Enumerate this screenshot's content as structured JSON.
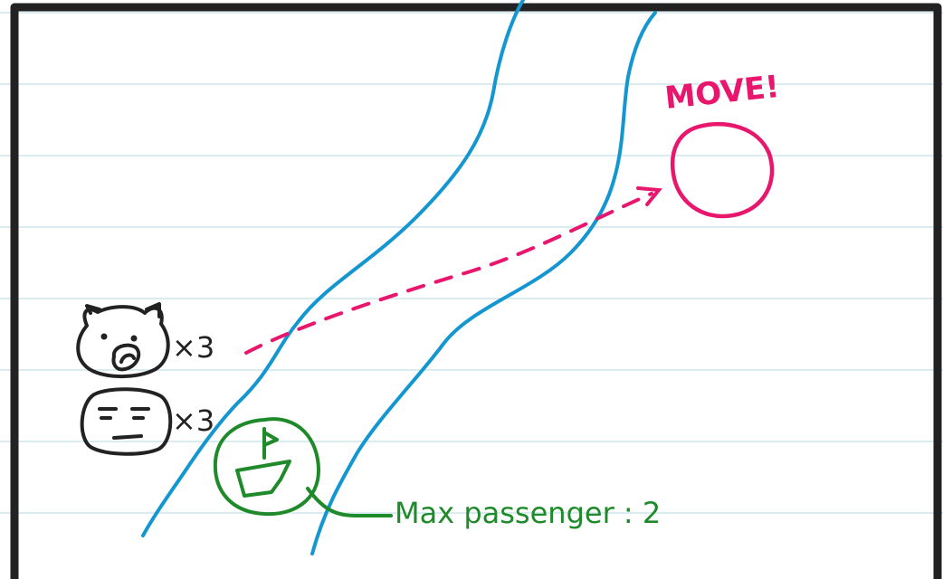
{
  "labels": {
    "move": "MOVE!",
    "pig_count": "×3",
    "face_count": "×3",
    "max_passenger": "Max passenger : 2"
  },
  "colors": {
    "ruled_lines": "#cfe6ec",
    "frame": "#222222",
    "river": "#1496d0",
    "move_path": "#e8176d",
    "boat": "#1f8a2a",
    "character_outline": "#222222"
  },
  "icons": {
    "pig": "pig-face-icon",
    "person": "person-face-icon",
    "boat": "boat-icon",
    "target": "target-circle-icon"
  }
}
